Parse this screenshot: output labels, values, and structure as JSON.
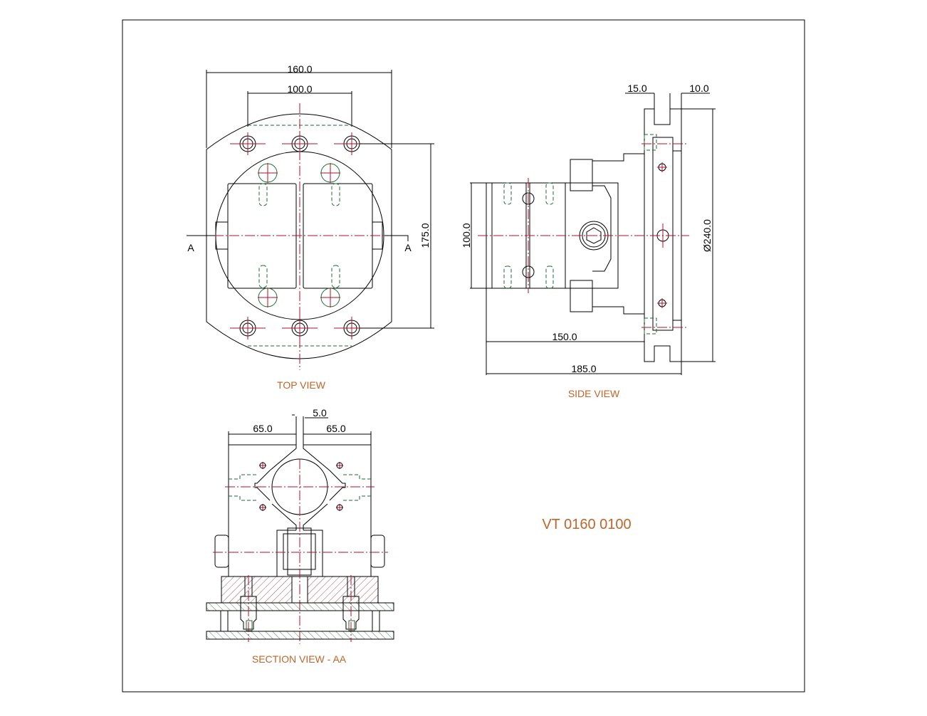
{
  "drawing_number": "VT 0160 0100",
  "colors": {
    "label": "#c0652a",
    "centerline": "#b0102a",
    "hidden": "#1d6b3a"
  },
  "top_view": {
    "label": "TOP VIEW",
    "dims": {
      "overall_width": "160.0",
      "bolt_spacing": "100.0",
      "height": "175.0"
    },
    "section_marks": [
      "A",
      "A"
    ]
  },
  "side_view": {
    "label": "SIDE VIEW",
    "dims": {
      "block_height": "100.0",
      "length_150": "150.0",
      "length_185": "185.0",
      "diameter": "Ø240.0",
      "slot_15": "15.0",
      "slot_10": "10.0"
    }
  },
  "section_view": {
    "label": "SECTION VIEW - AA",
    "dims": {
      "left": "65.0",
      "right": "65.0",
      "gap": "5.0"
    }
  }
}
